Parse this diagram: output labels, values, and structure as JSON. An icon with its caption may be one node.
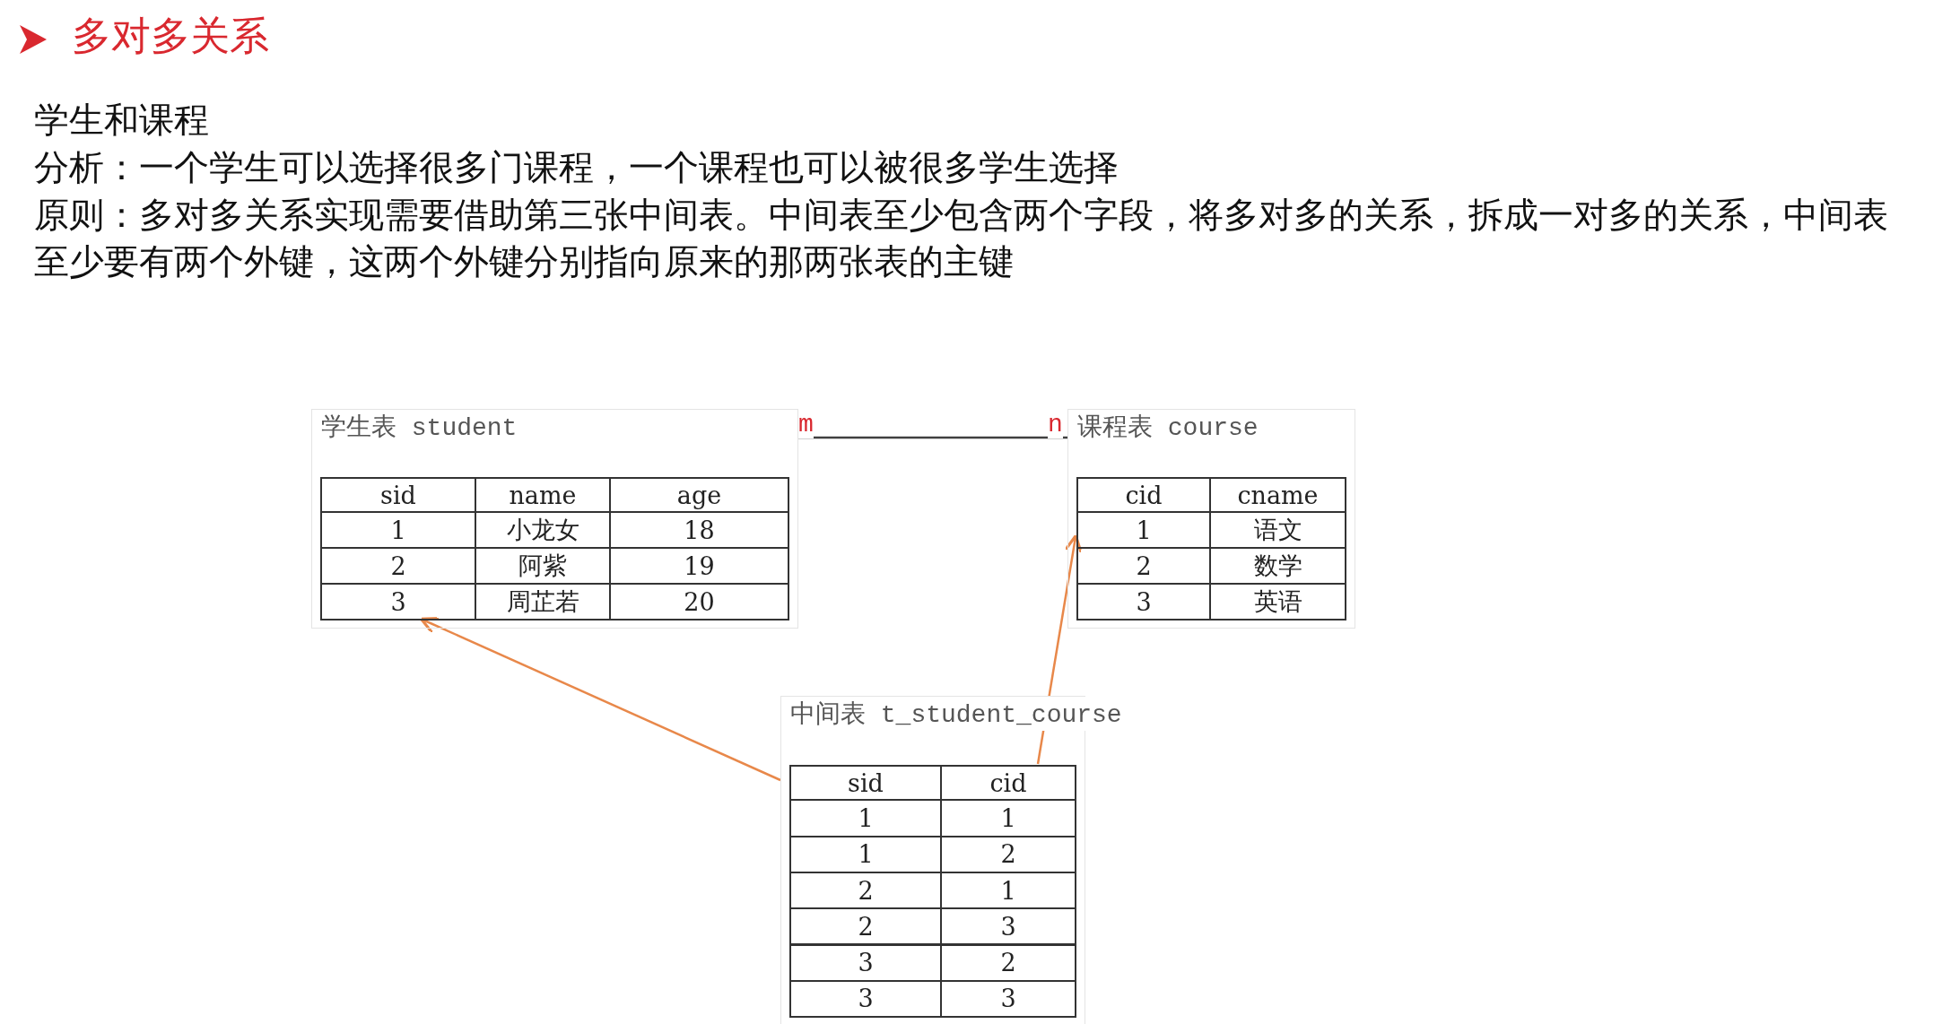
{
  "diagram": {
    "title": "多对多关系",
    "nodes": [
      {
        "text": [
          "学生表 student"
        ]
      },
      {
        "text": [
          "sid"
        ],
        "in": 0
      },
      {
        "text": [
          "name"
        ],
        "in": 0
      },
      {
        "text": [
          "age"
        ],
        "in": 0
      },
      {
        "text": [
          "1"
        ],
        "in": 0
      },
      {
        "text": [
          "小龙女"
        ],
        "in": 0
      },
      {
        "text": [
          "18"
        ],
        "in": 0
      },
      {
        "text": [
          "2"
        ],
        "in": 0
      },
      {
        "text": [
          "阿紫"
        ],
        "in": 0
      },
      {
        "text": [
          "19"
        ],
        "in": 0
      },
      {
        "text": [
          "3"
        ],
        "in": 0
      },
      {
        "text": [
          "周芷若"
        ],
        "in": 0
      },
      {
        "text": [
          "20"
        ],
        "in": 0
      },
      {
        "text": [
          "课程表 course"
        ]
      },
      {
        "text": [
          "cid"
        ],
        "in": 13
      },
      {
        "text": [
          "cname"
        ],
        "in": 13
      },
      {
        "text": [
          "1"
        ],
        "in": 13
      },
      {
        "text": [
          "语文"
        ],
        "in": 13
      },
      {
        "text": [
          "2"
        ],
        "in": 13
      },
      {
        "text": [
          "数学"
        ],
        "in": 13
      },
      {
        "text": [
          "3"
        ],
        "in": 13
      },
      {
        "text": [
          "英语"
        ],
        "in": 13
      },
      {
        "text": [
          "中间表 t_student_course"
        ]
      },
      {
        "text": [
          "sid"
        ],
        "in": 22
      },
      {
        "text": [
          "cid"
        ],
        "in": 22
      },
      {
        "text": [
          "1"
        ],
        "in": 22
      },
      {
        "text": [
          "1"
        ],
        "in": 22
      },
      {
        "text": [
          "1"
        ],
        "in": 22
      },
      {
        "text": [
          "2"
        ],
        "in": 22
      },
      {
        "text": [
          "2"
        ],
        "in": 22
      },
      {
        "text": [
          "1"
        ],
        "in": 22
      },
      {
        "text": [
          "2"
        ],
        "in": 22
      },
      {
        "text": [
          "3"
        ],
        "in": 22
      },
      {
        "text": [
          "3"
        ],
        "in": 22
      },
      {
        "text": [
          "2"
        ],
        "in": 22
      },
      {
        "text": [
          "3"
        ],
        "in": 22
      },
      {
        "text": [
          "3"
        ],
        "in": 22
      }
    ],
    "edges": [
      {
        "from": 0,
        "to": 13,
        "arrow": "none",
        "color": "#404040"
      },
      {
        "from": 22,
        "to": 10,
        "arrow": "to",
        "color": "#e8884a"
      },
      {
        "from": 24,
        "to": 16,
        "arrow": "to",
        "color": "#e8884a"
      }
    ],
    "labels": [
      "学生和课程",
      "分析：一个学生可以选择很多门课程，一个课程也可以被很多学生选择",
      "原则：多对多关系实现需要借助第三张中间表。中间表至少包含两个字段，将多对多的关系，拆成一对多的关系，中间表至少要有两个外键，这两个外键分别指向原来的那两张表的主键",
      "m",
      "n"
    ]
  }
}
